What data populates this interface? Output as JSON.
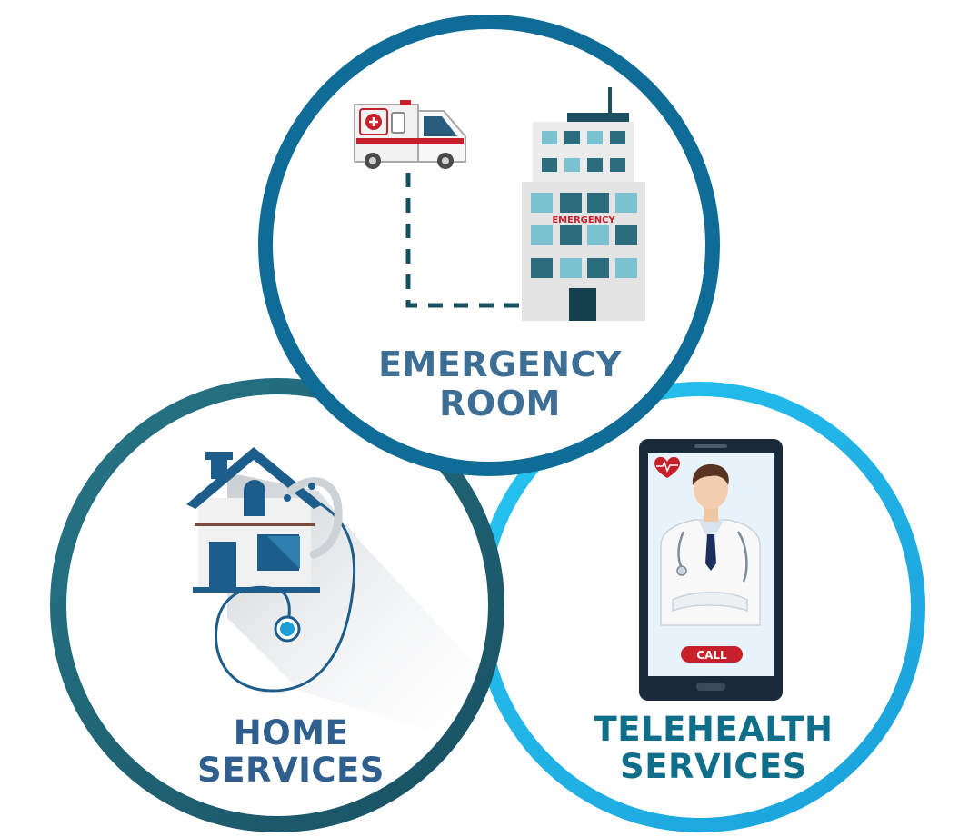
{
  "circles": {
    "emergency": {
      "line1": "EMERGENCY",
      "line2": "ROOM",
      "ring_color": "#106e96"
    },
    "home": {
      "line1": "HOME",
      "line2": "SERVICES",
      "ring_color": "#1f6474"
    },
    "telehealth": {
      "line1": "TELEHEALTH",
      "line2": "SERVICES",
      "ring_color": "#22b7e8"
    }
  },
  "hospital": {
    "sign": "EMERGENCY"
  },
  "phone": {
    "call_label": "CALL"
  },
  "icons": [
    "ambulance-icon",
    "hospital-building-icon",
    "house-icon",
    "stethoscope-icon",
    "smartphone-icon",
    "doctor-icon",
    "heart-icon"
  ]
}
